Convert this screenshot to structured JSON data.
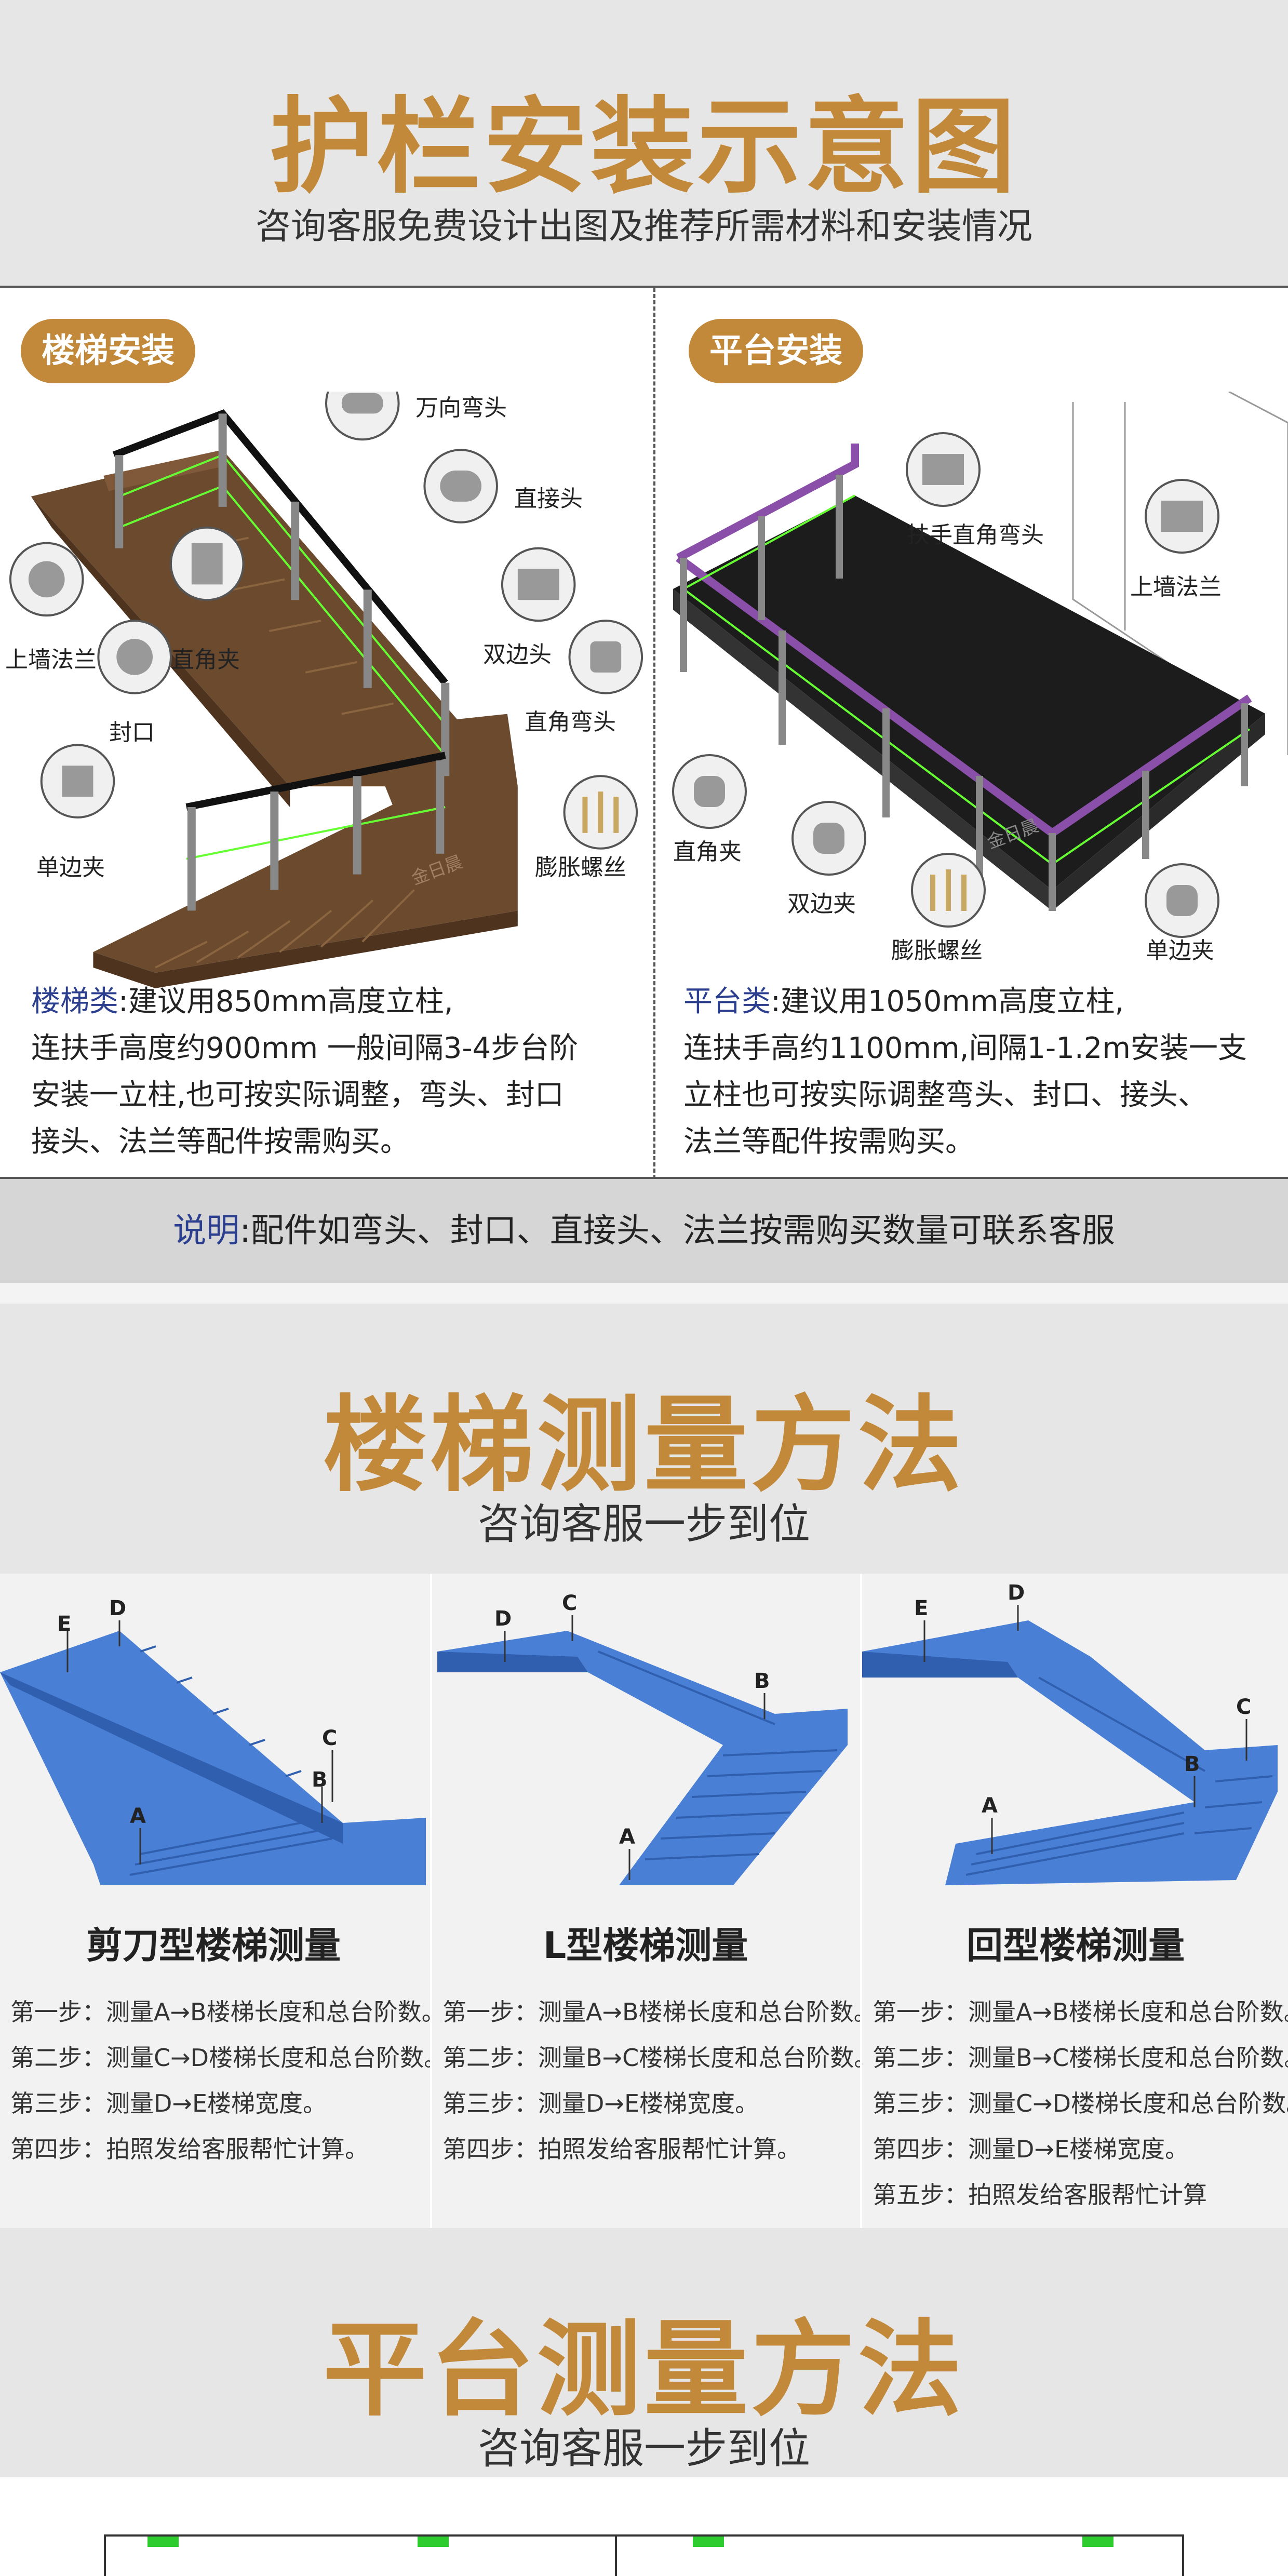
{
  "install": {
    "title": "护栏安装示意图",
    "subtitle": "咨询客服免费设计出图及推荐所需材料和安装情况",
    "stair": {
      "badge": "楼梯安装",
      "callouts": [
        "万向弯头",
        "直接头",
        "上墙法兰",
        "直角夹",
        "双边头",
        "封口",
        "直角弯头",
        "单边夹",
        "膨胀螺丝"
      ],
      "desc_lead": "楼梯类",
      "desc_lines": [
        ":建议用850mm高度立柱,",
        "连扶手高度约900mm  一般间隔3-4步台阶",
        "安装一立柱,也可按实际调整，弯头、封口",
        "接头、法兰等配件按需购买。"
      ]
    },
    "platform": {
      "badge": "平台安装",
      "callouts": [
        "扶手直角弯头",
        "上墙法兰",
        "直角夹",
        "双边夹",
        "膨胀螺丝",
        "单边夹"
      ],
      "desc_lead": "平台类",
      "desc_lines": [
        ":建议用1050mm高度立柱,",
        "连扶手高约1100mm,间隔1-1.2m安装一支",
        "立柱也可按实际调整弯头、封口、接头、",
        "法兰等配件按需购买。"
      ]
    },
    "note_lead": "说明",
    "note_text": ":配件如弯头、封口、直接头、法兰按需购买数量可联系客服",
    "watermark": "金日晨"
  },
  "stair_measure": {
    "title": "楼梯测量方法",
    "subtitle": "咨询客服一步到位",
    "types": [
      {
        "name": "剪刀型楼梯测量",
        "points": [
          "E",
          "D",
          "C",
          "B",
          "A"
        ],
        "steps": [
          "第一步：测量A→B楼梯长度和总台阶数。",
          "第二步：测量C→D楼梯长度和总台阶数。",
          "第三步：测量D→E楼梯宽度。",
          "第四步：拍照发给客服帮忙计算。"
        ]
      },
      {
        "name": "L型楼梯测量",
        "points": [
          "D",
          "C",
          "B",
          "A"
        ],
        "steps": [
          "第一步：测量A→B楼梯长度和总台阶数。",
          "第二步：测量B→C楼梯长度和总台阶数。",
          "第三步：测量D→E楼梯宽度。",
          "第四步：拍照发给客服帮忙计算。"
        ]
      },
      {
        "name": "回型楼梯测量",
        "points": [
          "E",
          "D",
          "C",
          "B",
          "A"
        ],
        "steps": [
          "第一步：测量A→B楼梯长度和总台阶数。",
          "第二步：测量B→C楼梯长度和总台阶数。",
          "第三步：测量C→D楼梯长度和总台阶数。",
          "第四步：测量D→E楼梯宽度。",
          "第五步：拍照发给客服帮忙计算"
        ]
      }
    ]
  },
  "platform_measure": {
    "title": "平台测量方法",
    "subtitle": "咨询客服一步到位"
  },
  "colors": {
    "accent": "#c2893a",
    "lead_blue": "#2c3f8f",
    "stair_blue": "#4a7fd6",
    "wood": "#6b4a2e",
    "rail_green": "#66ff33",
    "rail_purple": "#8a4fa8"
  }
}
